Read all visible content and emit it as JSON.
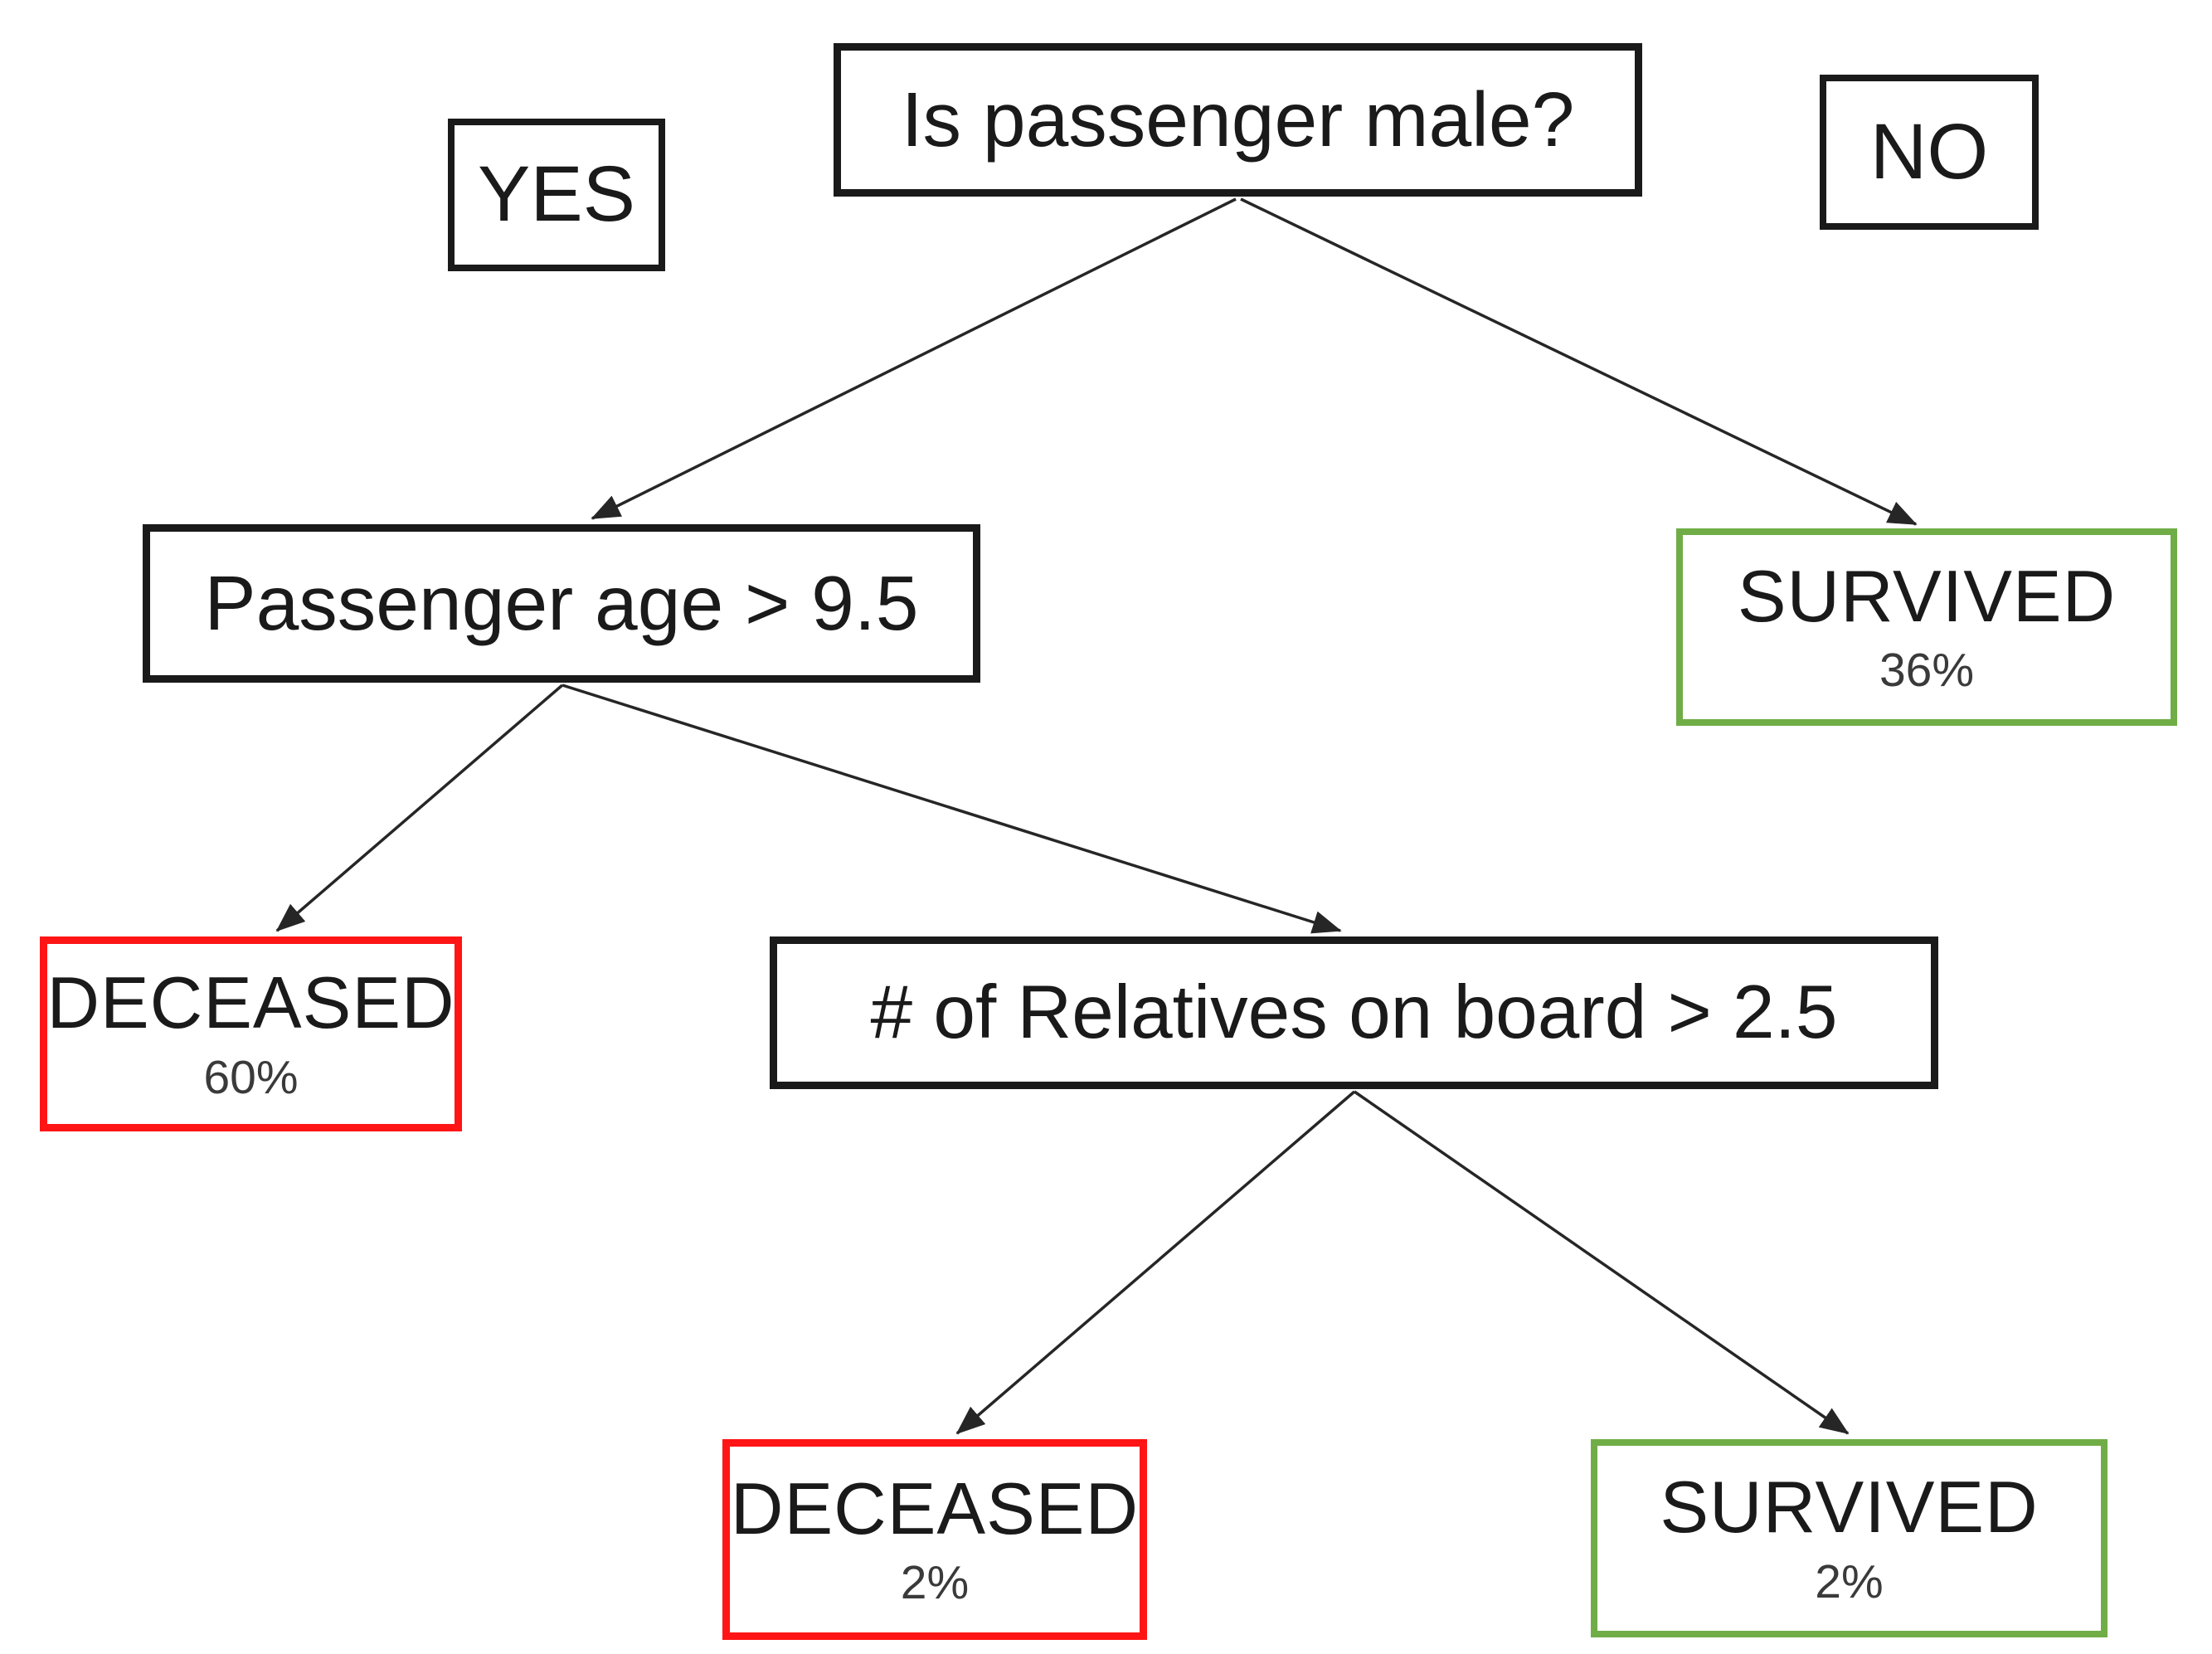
{
  "diagram": {
    "type": "decision-tree",
    "branch_labels": {
      "yes": "YES",
      "no": "NO"
    },
    "nodes": {
      "root": {
        "label": "Is passenger male?",
        "kind": "decision"
      },
      "age": {
        "label": "Passenger age > 9.5",
        "kind": "decision"
      },
      "relatives": {
        "label": "# of Relatives on board > 2.5",
        "kind": "decision"
      },
      "survived36": {
        "label": "SURVIVED",
        "percent": "36%",
        "kind": "outcome-survived"
      },
      "deceased60": {
        "label": "DECEASED",
        "percent": "60%",
        "kind": "outcome-deceased"
      },
      "deceased2": {
        "label": "DECEASED",
        "percent": "2%",
        "kind": "outcome-deceased"
      },
      "survived2": {
        "label": "SURVIVED",
        "percent": "2%",
        "kind": "outcome-survived"
      }
    },
    "edges": [
      {
        "from": "root",
        "to": "age",
        "branch": "yes"
      },
      {
        "from": "root",
        "to": "survived36",
        "branch": "no"
      },
      {
        "from": "age",
        "to": "deceased60",
        "branch": "yes"
      },
      {
        "from": "age",
        "to": "relatives",
        "branch": "no"
      },
      {
        "from": "relatives",
        "to": "deceased2",
        "branch": "yes"
      },
      {
        "from": "relatives",
        "to": "survived2",
        "branch": "no"
      }
    ],
    "colors": {
      "survived_border": "#70AD47",
      "deceased_border": "#FF1515",
      "decision_border": "#1a1a1a",
      "line": "#262626"
    }
  }
}
